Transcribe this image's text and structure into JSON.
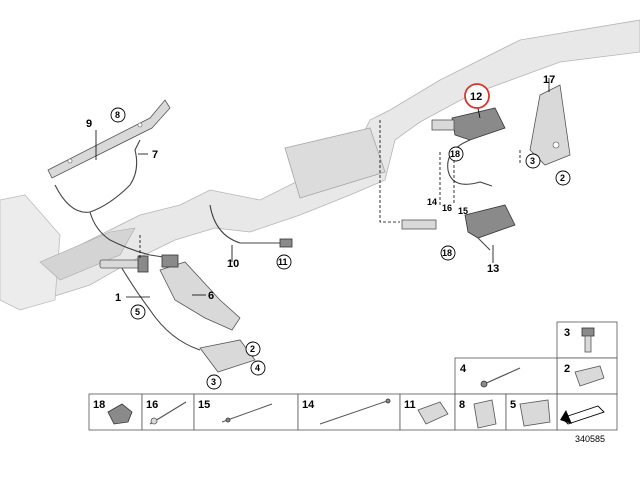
{
  "diagram": {
    "reference_number": "340585",
    "highlighted_part": "12",
    "callouts": [
      "1",
      "2",
      "3",
      "4",
      "5",
      "6",
      "7",
      "8",
      "9",
      "10",
      "11",
      "12",
      "13",
      "14",
      "15",
      "16",
      "17",
      "18"
    ],
    "legend_cells": [
      "18",
      "16",
      "15",
      "14",
      "11",
      "8",
      "5",
      "4",
      "3",
      "2"
    ],
    "colors": {
      "highlight_ring": "#d9352b",
      "part_fill": "#d9d9d9",
      "exhaust_fill": "#e6e6e6"
    }
  }
}
